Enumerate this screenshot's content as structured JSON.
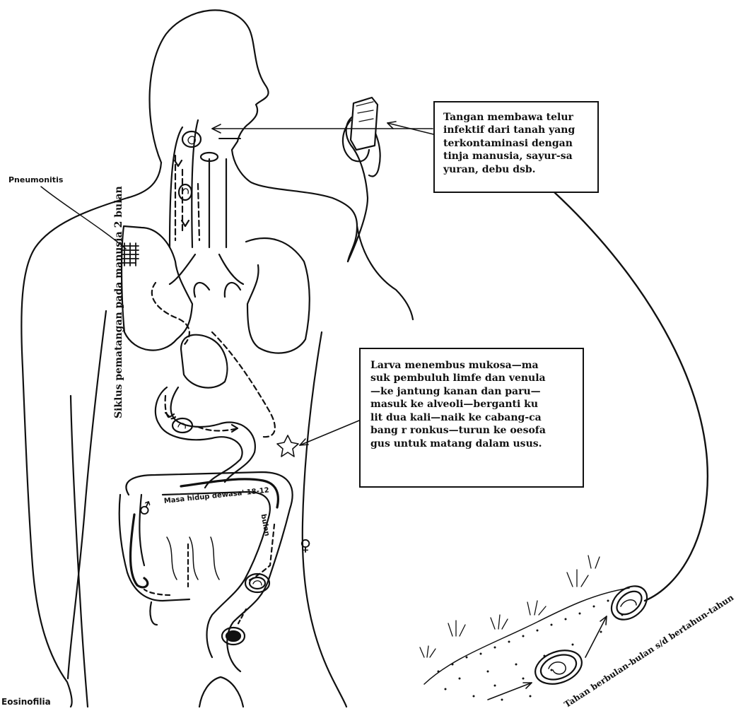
{
  "labels": {
    "hands_box": [
      "Tangan membawa telur",
      "infektif dari tanah yang",
      "terkontaminasi dengan",
      "tinja manusia, sayur-sa",
      "yuran, debu dsb."
    ],
    "larva_box": [
      "Larva menembus mukosa—ma",
      "suk pembuluh limfe dan venula",
      "—ke jantung kanan dan paru—",
      "masuk ke alveoli—berganti ku",
      "lit dua kali—naik ke cabang-ca",
      "bang r ronkus—turun ke oesofa",
      "gus untuk matang dalam usus."
    ],
    "pneumonitis": "Pneumonitis",
    "eosinofilia": "Eosinofilia",
    "siklus": "Siklus pematangan pada manusia 2 bulan",
    "tahan": "Tahan berbulan-bulan s/d bertahun-tahun",
    "masa_hidup": "Masa hidup dewasa' 18-12",
    "bulan": "bulan",
    "male_symbol": "♂",
    "female_symbol": "♀"
  }
}
